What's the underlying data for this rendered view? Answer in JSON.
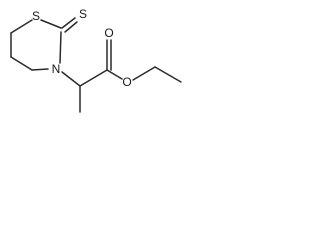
{
  "molecule": {
    "atoms": {
      "s_ring": "S",
      "s_thione": "S",
      "n_ring": "N",
      "o_carbonyl": "O",
      "o_ester": "O"
    }
  },
  "colors": {
    "bond": "#2a2a2a",
    "text": "#1a1a1a",
    "background": "#ffffff"
  }
}
